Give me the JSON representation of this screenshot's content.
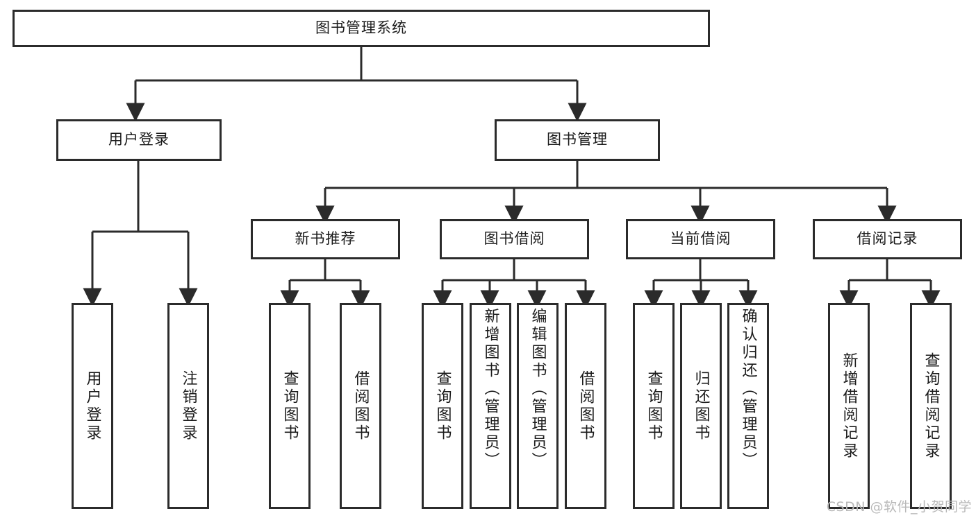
{
  "diagram": {
    "type": "tree",
    "title": "图书管理系统",
    "watermark": "CSDN @软件_小贺同学",
    "colors": {
      "box_border": "#2b2b2b",
      "box_fill": "#ffffff",
      "connector": "#2b2b2b",
      "text": "#1b1b1b",
      "watermark": "#b9b9b9",
      "background": "#ffffff"
    },
    "root": {
      "label": "图书管理系统"
    },
    "level2": [
      {
        "label": "用户登录"
      },
      {
        "label": "图书管理"
      }
    ],
    "level3": [
      {
        "label": "新书推荐"
      },
      {
        "label": "图书借阅"
      },
      {
        "label": "当前借阅"
      },
      {
        "label": "借阅记录"
      }
    ],
    "leaves": {
      "user_login": [
        {
          "label": "用户登录"
        },
        {
          "label": "注销登录"
        }
      ],
      "new_book": [
        {
          "label": "查询图书"
        },
        {
          "label": "借阅图书"
        }
      ],
      "book_borrow": [
        {
          "label": "查询图书"
        },
        {
          "label": "新增图书（管理员）"
        },
        {
          "label": "编辑图书（管理员）"
        },
        {
          "label": "借阅图书"
        }
      ],
      "current_borrow": [
        {
          "label": "查询图书"
        },
        {
          "label": "归还图书"
        },
        {
          "label": "确认归还（管理员）"
        }
      ],
      "borrow_record": [
        {
          "label": "新增借阅记录"
        },
        {
          "label": "查询借阅记录"
        }
      ]
    }
  }
}
